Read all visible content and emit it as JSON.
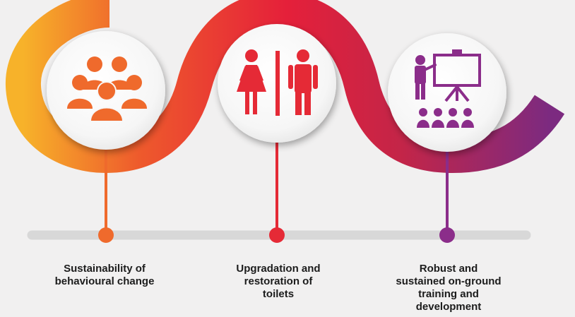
{
  "steps": [
    {
      "icon": "people-group-icon",
      "color": "#ef6a2c",
      "caption_lines": [
        "Sustainability of",
        "behavioural change"
      ]
    },
    {
      "icon": "restroom-icon",
      "color": "#e52a36",
      "caption_lines": [
        "Upgradation and",
        "restoration of",
        "toilets"
      ]
    },
    {
      "icon": "presentation-training-icon",
      "color": "#8b2d8a",
      "caption_lines": [
        "Robust and",
        "sustained on-ground",
        "training and",
        "development"
      ]
    }
  ],
  "colors": {
    "background": "#f1f0f0",
    "ribbon_start": "#f7b22a",
    "ribbon_mid_orange": "#ee5a2c",
    "ribbon_mid_red": "#e5203a",
    "ribbon_end": "#7c2a80",
    "timeline": "#d8d8d8",
    "caption_text": "#1c1c1c"
  }
}
